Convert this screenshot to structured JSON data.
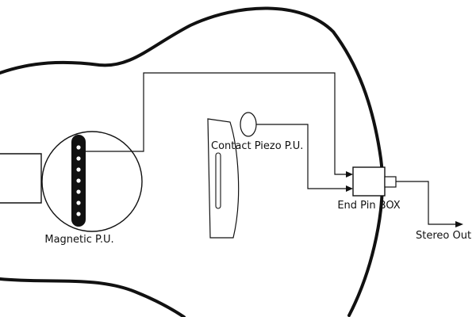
{
  "labels": {
    "magnetic_pu": "Magnetic P.U.",
    "contact_piezo_pu": "Contact Piezo P.U.",
    "end_pin_box": "End Pin BOX",
    "stereo_out": "Stereo Out"
  },
  "colors": {
    "stroke": "#111111",
    "background": "#ffffff"
  }
}
